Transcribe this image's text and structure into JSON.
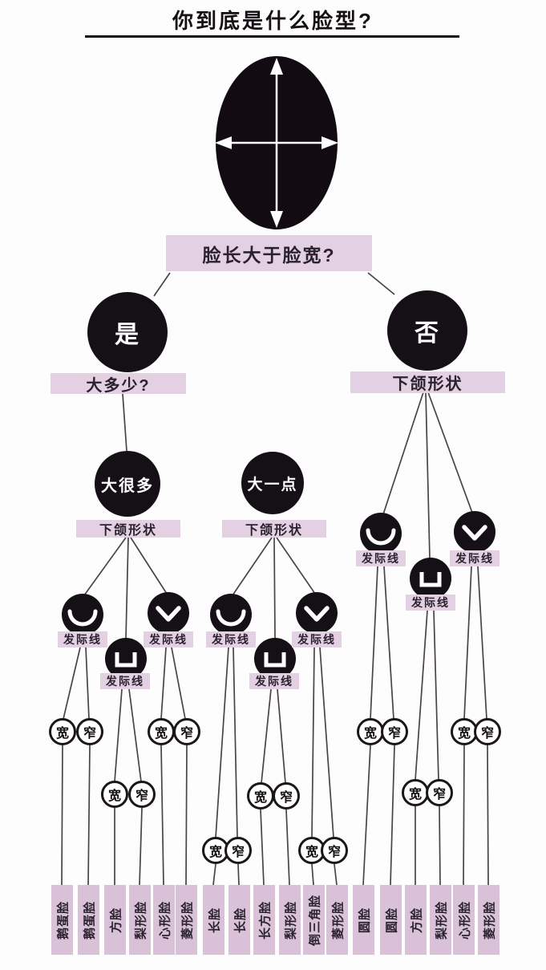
{
  "title": "你到底是什么脸型?",
  "nodes": {
    "root_question": "脸长大于脸宽?",
    "yes": "是",
    "no": "否",
    "how_much_bigger": "大多少?",
    "jaw_shape": "下颌形状",
    "much_bigger": "大很多",
    "a_bit_bigger": "大一点",
    "hairline": "发际线",
    "wide": "宽",
    "narrow": "窄"
  },
  "leaves": [
    "鹅蛋脸",
    "鹅蛋脸",
    "方脸",
    "梨形脸",
    "心形脸",
    "菱形脸",
    "长脸",
    "长脸",
    "长方脸",
    "梨形脸",
    "倒三角脸",
    "菱形脸",
    "圆脸",
    "圆脸",
    "方脸",
    "梨形脸",
    "心形脸",
    "菱形脸"
  ],
  "icons": {
    "face_measure": "face-measure-arrows-icon",
    "round_jaw": "round-jaw-icon",
    "square_jaw": "square-jaw-icon",
    "pointed_jaw": "pointed-jaw-icon"
  },
  "colors": {
    "box-bg": "#e4d0e3",
    "leaf-bg": "#d9c2d8",
    "node-black": "#151015",
    "line": "#4a4348",
    "text-dark": "#2a222e"
  }
}
